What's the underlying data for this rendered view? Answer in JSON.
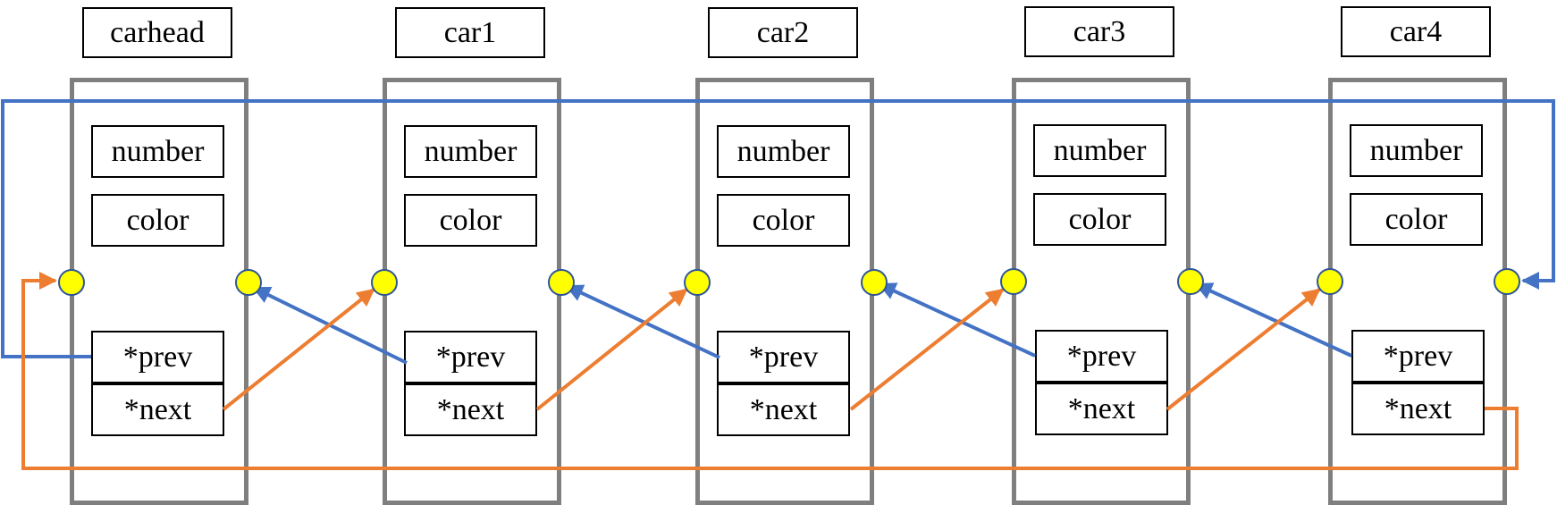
{
  "nodes": [
    {
      "title": "carhead",
      "fields": {
        "number": "number",
        "color": "color",
        "prev": "*prev",
        "next": "*next"
      }
    },
    {
      "title": "car1",
      "fields": {
        "number": "number",
        "color": "color",
        "prev": "*prev",
        "next": "*next"
      }
    },
    {
      "title": "car2",
      "fields": {
        "number": "number",
        "color": "color",
        "prev": "*prev",
        "next": "*next"
      }
    },
    {
      "title": "car3",
      "fields": {
        "number": "number",
        "color": "color",
        "prev": "*prev",
        "next": "*next"
      }
    },
    {
      "title": "car4",
      "fields": {
        "number": "number",
        "color": "color",
        "prev": "*prev",
        "next": "*next"
      }
    }
  ],
  "colors": {
    "prev_link": "#4472c4",
    "next_link": "#ed7d31",
    "port_fill": "#ffff00",
    "port_stroke": "#2f5597",
    "node_border": "#7f7f7f"
  }
}
